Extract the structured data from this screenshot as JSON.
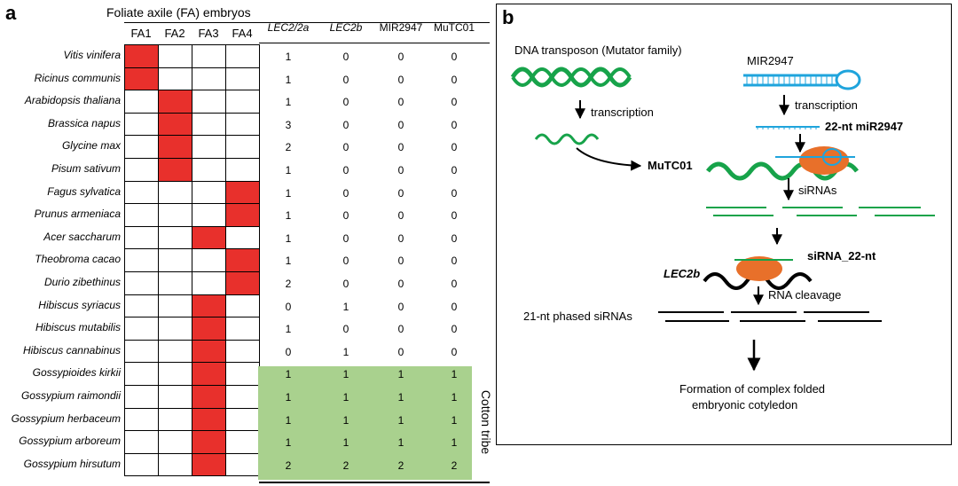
{
  "panel_a": {
    "label": "a",
    "group_header": "Foliate axile (FA) embryos",
    "fa_columns": [
      "FA1",
      "FA2",
      "FA3",
      "FA4"
    ],
    "count_columns": [
      "LEC2/2a",
      "LEC2b",
      "MIR2947",
      "MuTC01"
    ],
    "count_columns_italic": [
      true,
      true,
      false,
      false
    ],
    "side_label": "Cotton tribe",
    "highlight_color": "#a9d18e",
    "fa_fill_color": "#e8302c",
    "rows": [
      {
        "species": "Vitis vinifera",
        "fa": 1,
        "counts": [
          "1",
          "0",
          "0",
          "0"
        ]
      },
      {
        "species": "Ricinus communis",
        "fa": 1,
        "counts": [
          "1",
          "0",
          "0",
          "0"
        ]
      },
      {
        "species": "Arabidopsis thaliana",
        "fa": 2,
        "counts": [
          "1",
          "0",
          "0",
          "0"
        ]
      },
      {
        "species": "Brassica napus",
        "fa": 2,
        "counts": [
          "3",
          "0",
          "0",
          "0"
        ]
      },
      {
        "species": "Glycine max",
        "fa": 2,
        "counts": [
          "2",
          "0",
          "0",
          "0"
        ]
      },
      {
        "species": "Pisum sativum",
        "fa": 2,
        "counts": [
          "1",
          "0",
          "0",
          "0"
        ]
      },
      {
        "species": "Fagus sylvatica",
        "fa": 4,
        "counts": [
          "1",
          "0",
          "0",
          "0"
        ]
      },
      {
        "species": "Prunus armeniaca",
        "fa": 4,
        "counts": [
          "1",
          "0",
          "0",
          "0"
        ]
      },
      {
        "species": "Acer saccharum",
        "fa": 3,
        "counts": [
          "1",
          "0",
          "0",
          "0"
        ]
      },
      {
        "species": "Theobroma cacao",
        "fa": 4,
        "counts": [
          "1",
          "0",
          "0",
          "0"
        ]
      },
      {
        "species": "Durio zibethinus",
        "fa": 4,
        "counts": [
          "2",
          "0",
          "0",
          "0"
        ]
      },
      {
        "species": "Hibiscus syriacus",
        "fa": 3,
        "counts": [
          "0",
          "1",
          "0",
          "0"
        ]
      },
      {
        "species": "Hibiscus mutabilis",
        "fa": 3,
        "counts": [
          "1",
          "0",
          "0",
          "0"
        ]
      },
      {
        "species": "Hibiscus cannabinus",
        "fa": 3,
        "counts": [
          "0",
          "1",
          "0",
          "0"
        ]
      },
      {
        "species": "Gossypioides kirkii",
        "fa": 3,
        "counts": [
          "1",
          "1",
          "1",
          "1"
        ]
      },
      {
        "species": "Gossypium raimondii",
        "fa": 3,
        "counts": [
          "1",
          "1",
          "1",
          "1"
        ]
      },
      {
        "species": "Gossypium herbaceum",
        "fa": 3,
        "counts": [
          "1",
          "1",
          "1",
          "1"
        ]
      },
      {
        "species": "Gossypium arboreum",
        "fa": 3,
        "counts": [
          "1",
          "1",
          "1",
          "1"
        ]
      },
      {
        "species": "Gossypium hirsutum",
        "fa": 3,
        "counts": [
          "2",
          "2",
          "2",
          "2"
        ]
      }
    ]
  },
  "panel_b": {
    "label": "b",
    "transposon_label": "DNA transposon (Mutator family)",
    "mir_label": "MIR2947",
    "transcription_left": "transcription",
    "transcription_right": "transcription",
    "mirna_label": "22-nt miR2947",
    "mutc_label": "MuTC01",
    "sirnas_label": "siRNAs",
    "sirna22_label": "siRNA_22-nt",
    "lec2b_label": "LEC2b",
    "cleavage_label": "RNA cleavage",
    "phased_label": "21-nt phased siRNAs",
    "result_line1": "Formation of complex folded",
    "result_line2": "embryonic cotyledon",
    "colors": {
      "green": "#17a34a",
      "blue": "#1fa4dc",
      "orange": "#e8702a",
      "black": "#000000"
    }
  }
}
